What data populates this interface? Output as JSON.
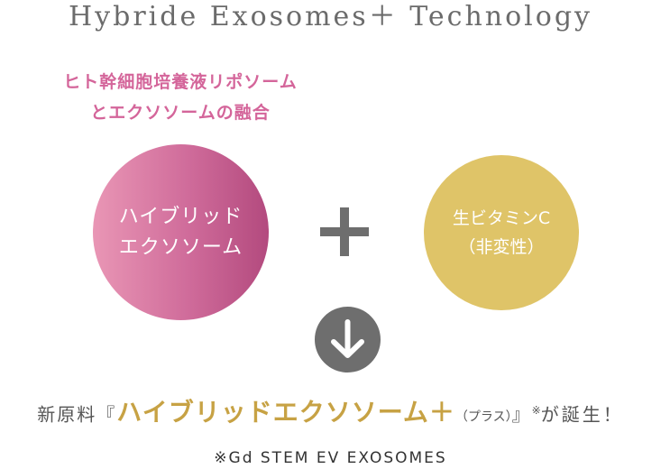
{
  "title": "Hybride Exosomes＋ Technology",
  "subtitle": {
    "line1": "ヒト幹細胞培養液リポソーム",
    "line2": "とエクソソームの融合"
  },
  "left_circle": {
    "line1": "ハイブリッド",
    "line2": "エクソソーム",
    "color": "#cf6b9a"
  },
  "right_circle": {
    "line1": "生ビタミンC",
    "line2": "（非変性）",
    "color": "#dfc468"
  },
  "icons": {
    "plus": "plus-icon",
    "arrow": "arrow-down-circle-icon"
  },
  "result": {
    "prefix": "新原料『",
    "product": "ハイブリッドエクソソーム＋",
    "plus_note": "（プラス）",
    "close": "』",
    "mark": "※",
    "suffix": "が誕生！"
  },
  "footnote": "※Gd STEM EV EXOSOMES"
}
